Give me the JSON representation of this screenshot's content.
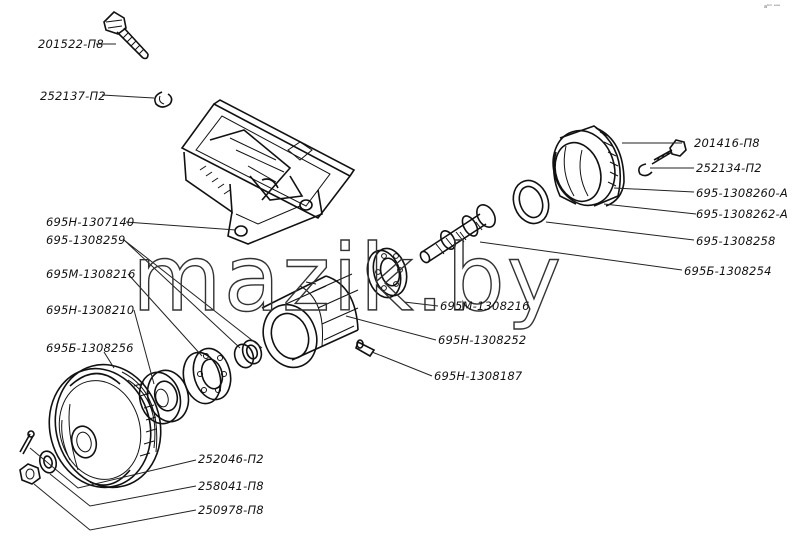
{
  "watermark": "mazik.by",
  "corner_mark": "aᵇᵐ ᵉᵃᵉ",
  "labels": {
    "l201522": "201522-П8",
    "l252137": "252137-П2",
    "l201416": "201416-П8",
    "l252134": "252134-П2",
    "l1308260a": "695-1308260-А",
    "l1308262a": "695-1308262-А",
    "l1308258": "695-1308258",
    "l1308254": "695Б-1308254",
    "l1307140": "695Н-1307140",
    "l1308259": "695-1308259",
    "l1308216a": "695М-1308216",
    "l1308210": "695Н-1308210",
    "l1308216b": "695М-1308216",
    "l1308252": "695Н-1308252",
    "l1308187": "695Н-1308187",
    "l1308256": "695Б-1308256",
    "l252046": "252046-П2",
    "l258041": "258041-П8",
    "l250978": "250978-П8"
  }
}
